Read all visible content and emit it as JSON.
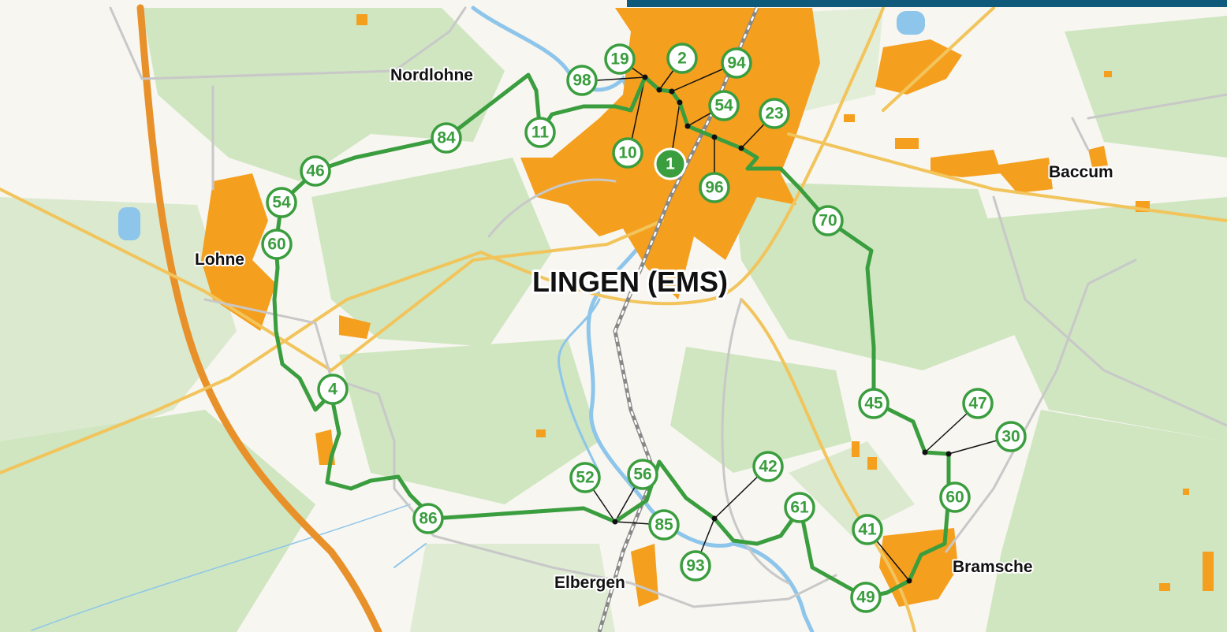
{
  "places": {
    "nordlohne": "Nordlohne",
    "lohne": "Lohne",
    "lingen": "LINGEN (EMS)",
    "baccum": "Baccum",
    "elbergen": "Elbergen",
    "bramsche": "Bramsche"
  },
  "route_nodes": [
    "19",
    "2",
    "94",
    "98",
    "54",
    "23",
    "11",
    "84",
    "10",
    "1",
    "96",
    "46",
    "54",
    "70",
    "60",
    "4",
    "45",
    "47",
    "30",
    "60",
    "52",
    "56",
    "42",
    "86",
    "85",
    "61",
    "41",
    "93",
    "49"
  ],
  "start_node": "1",
  "colors": {
    "route": "#3a9d3e",
    "urban": "#f59f1e",
    "forest": "#cfe6c0",
    "background": "#f7f6f1",
    "motorway": "#e8912a",
    "main_road": "#f2c45c",
    "water": "#8ec5ea",
    "header_bar": "#0f5a7a"
  }
}
